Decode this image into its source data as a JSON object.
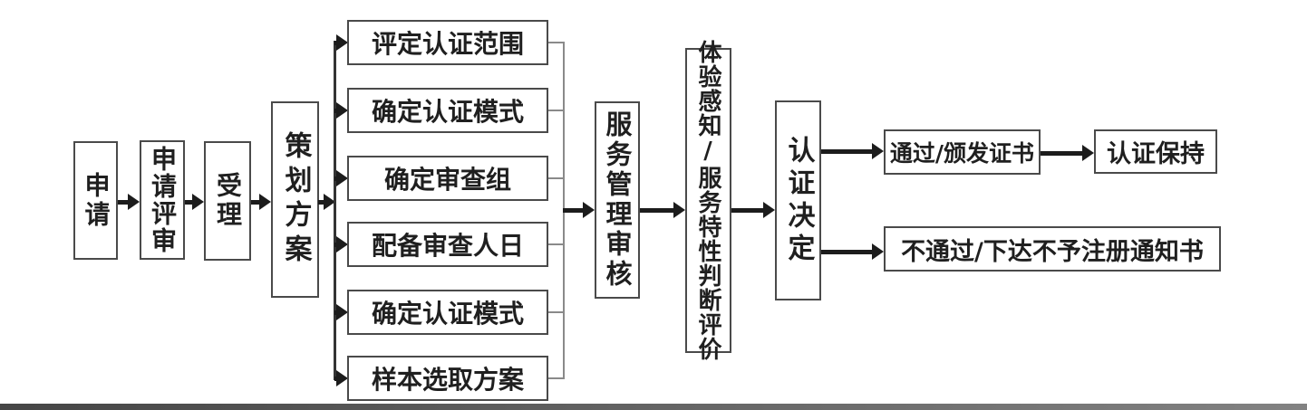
{
  "diagram": {
    "type": "flowchart",
    "nodes": {
      "apply": "申请",
      "application_review": "申请评审",
      "acceptance": "受理",
      "planning_scheme": "策划方案",
      "branch_items": [
        "评定认证范围",
        "确定认证模式",
        "确定审查组",
        "配备审查人日",
        "确定认证模式",
        "样本选取方案"
      ],
      "service_management_audit": "服务管理审核",
      "experience_evaluation": "体验感知/服务特性判断评价",
      "certification_decision": "认证决定",
      "pass_issue_certificate": "通过/颁发证书",
      "certification_maintenance": "认证保持",
      "fail_notice": "不通过/下达不予注册通知书"
    },
    "colors": {
      "box_border": "#4a4a4a",
      "arrow": "#1c1c1c",
      "connector": "#8a8a8a",
      "bottom_bar_left": "#454545",
      "bottom_bar_right": "#828282",
      "background": "#ffffff",
      "text": "#1f1f1f"
    }
  }
}
